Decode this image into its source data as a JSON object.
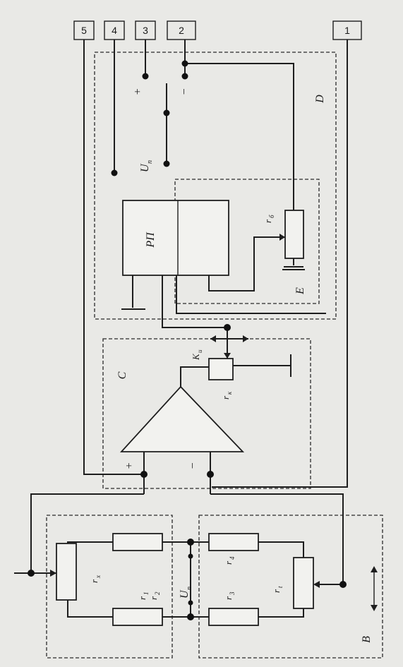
{
  "terminals": [
    "5",
    "4",
    "3",
    "2",
    "1"
  ],
  "blocks": {
    "b": "B",
    "c": "C",
    "d": "D",
    "e": "E"
  },
  "labels": {
    "rx": "r",
    "rx_sub": "x",
    "r1": "r",
    "r1_sub": "1",
    "r2": "r",
    "r2_sub": "2",
    "r3": "r",
    "r3_sub": "3",
    "r4": "r",
    "r4_sub": "4",
    "rt": "r",
    "rt_sub": "t",
    "un_bridge": "U",
    "un_bridge_sub": "п",
    "un_supply": "U",
    "un_supply_sub": "п",
    "ku": "K",
    "ku_sub": "u",
    "rk": "r",
    "rk_sub": "к",
    "rb": "r",
    "rb_sub": "б",
    "rp": "РП",
    "plus_amp": "+",
    "minus_amp": "−",
    "plus_supply": "+",
    "minus_supply": "−"
  }
}
